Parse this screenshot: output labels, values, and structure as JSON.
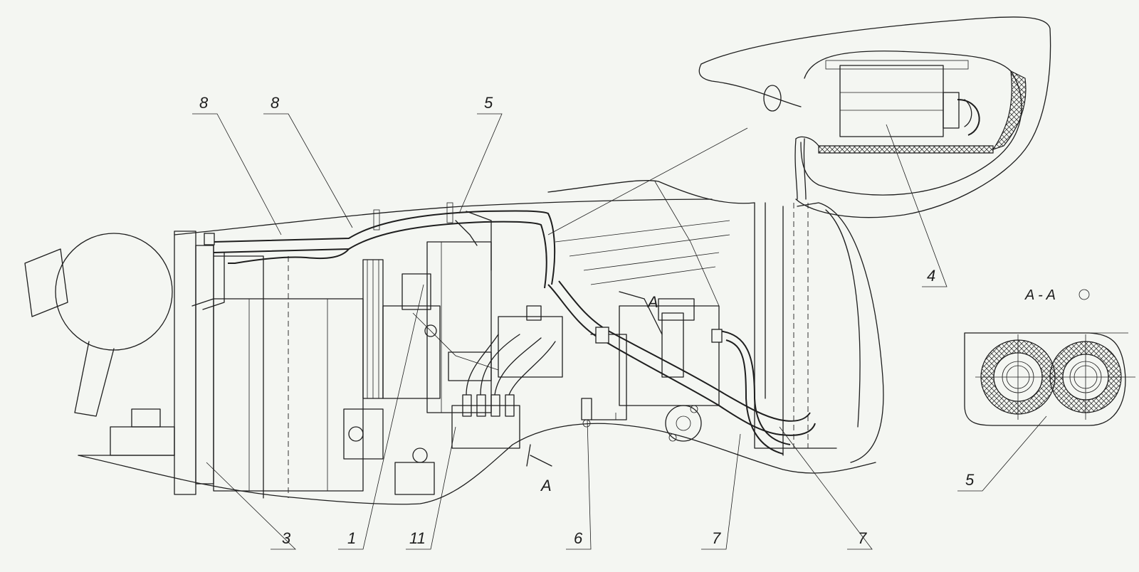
{
  "callouts": [
    {
      "id": "c8a",
      "text": "8"
    },
    {
      "id": "c8b",
      "text": "8"
    },
    {
      "id": "c5a",
      "text": "5"
    },
    {
      "id": "c4",
      "text": "4"
    },
    {
      "id": "c3",
      "text": "3"
    },
    {
      "id": "c1",
      "text": "1"
    },
    {
      "id": "c11",
      "text": "11"
    },
    {
      "id": "c6",
      "text": "6"
    },
    {
      "id": "c7a",
      "text": "7"
    },
    {
      "id": "c7b",
      "text": "7"
    },
    {
      "id": "c5b",
      "text": "5"
    }
  ],
  "section": {
    "title": "A - A",
    "cut_letter": "A"
  },
  "colors": {
    "line": "#1e1e1e",
    "paper": "#f4f6f2"
  }
}
